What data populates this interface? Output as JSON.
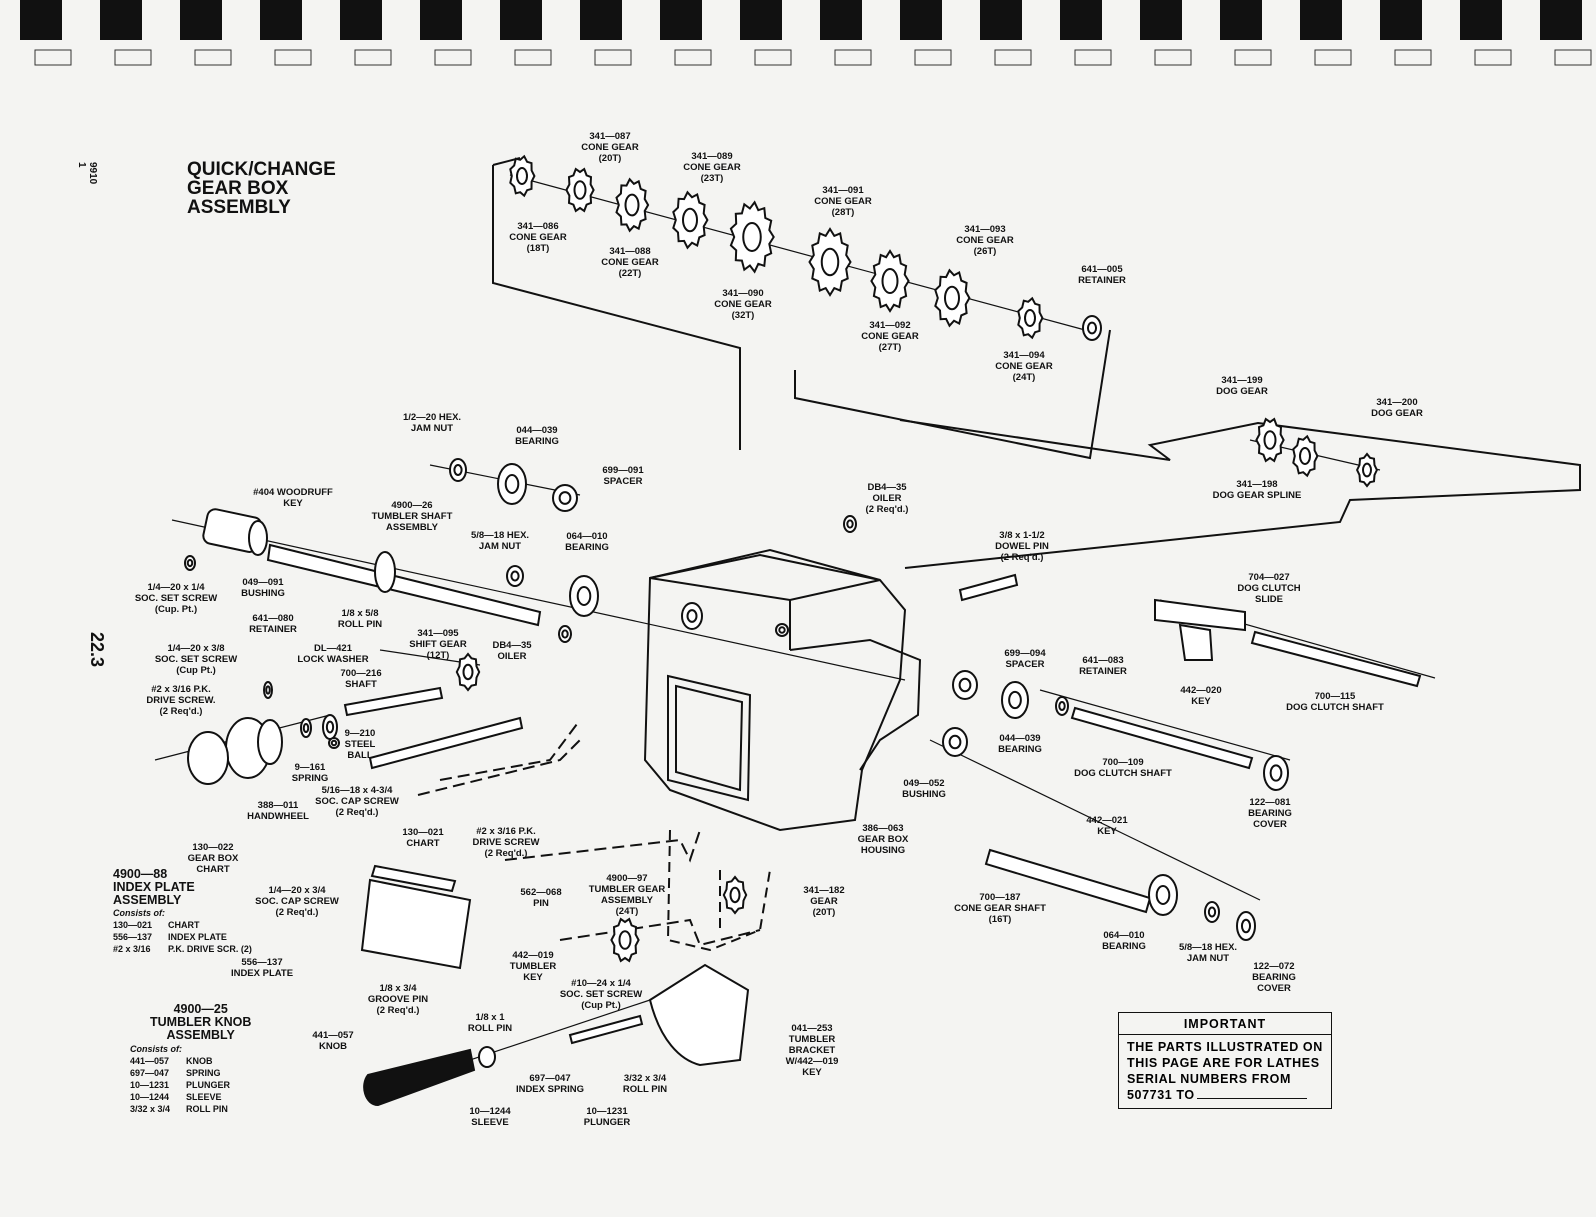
{
  "page": {
    "title": "QUICK/CHANGE\nGEAR BOX\nASSEMBLY",
    "page_number": "22.3",
    "side_code": "9910\n1"
  },
  "important": {
    "heading": "IMPORTANT",
    "text": "THE PARTS ILLUSTRATED ON THIS PAGE ARE FOR LATHES SERIAL NUMBERS FROM",
    "serial": "507731 TO"
  },
  "index_plate_assembly": {
    "title": "4900—88\nINDEX PLATE\nASSEMBLY",
    "consists_label": "Consists of:",
    "items": [
      {
        "part": "130—021",
        "desc": "CHART"
      },
      {
        "part": "556—137",
        "desc": "INDEX PLATE"
      },
      {
        "part": "#2 x 3/16",
        "desc": "P.K. DRIVE SCR. (2)"
      }
    ]
  },
  "tumbler_knob_assembly": {
    "title": "4900—25\nTUMBLER KNOB\nASSEMBLY",
    "consists_label": "Consists of:",
    "items": [
      {
        "part": "441—057",
        "desc": "KNOB"
      },
      {
        "part": "697—047",
        "desc": "SPRING"
      },
      {
        "part": "10—1231",
        "desc": "PLUNGER"
      },
      {
        "part": "10—1244",
        "desc": "SLEEVE"
      },
      {
        "part": "3/32 x 3/4",
        "desc": "ROLL PIN"
      }
    ]
  },
  "callouts": {
    "c341_087": "341—087\nCONE GEAR\n(20T)",
    "c341_089": "341—089\nCONE GEAR\n(23T)",
    "c341_086": "341—086\nCONE GEAR\n(18T)",
    "c341_088": "341—088\nCONE GEAR\n(22T)",
    "c341_090": "341—090\nCONE GEAR\n(32T)",
    "c341_091": "341—091\nCONE GEAR\n(28T)",
    "c341_092": "341—092\nCONE GEAR\n(27T)",
    "c341_093": "341—093\nCONE GEAR\n(26T)",
    "c341_094": "341—094\nCONE GEAR\n(24T)",
    "c641_005": "641—005\nRETAINER",
    "c341_199": "341—199\nDOG GEAR",
    "c341_200": "341—200\nDOG GEAR",
    "c341_198": "341—198\nDOG GEAR SPLINE",
    "c_jamnut_12": "1/2—20 HEX.\nJAM NUT",
    "c044_039a": "044—039\nBEARING",
    "c699_091": "699—091\nSPACER",
    "c_woodruff": "#404 WOODRUFF\nKEY",
    "c4900_26": "4900—26\nTUMBLER SHAFT\nASSEMBLY",
    "c_jamnut_58a": "5/8—18 HEX.\nJAM NUT",
    "c064_010a": "064—010\nBEARING",
    "c_db4_35a": "DB4—35\nOILER\n(2 Req'd.)",
    "c_dowel": "3/8 x 1-1/2\nDOWEL PIN\n(2 Req'd.)",
    "c_setscrew_14": "1/4—20 x 1/4\nSOC. SET SCREW\n(Cup. Pt.)",
    "c049_091": "049—091\nBUSHING",
    "c641_080": "641—080\nRETAINER",
    "c_rollpin_18": "1/8 x 5/8\nROLL PIN",
    "c341_095": "341—095\nSHIFT GEAR\n(12T)",
    "c_db4_35b": "DB4—35\nOILER",
    "c704_027": "704—027\nDOG CLUTCH\nSLIDE",
    "c_setscrew_38": "1/4—20 x 3/8\nSOC. SET SCREW\n(Cup Pt.)",
    "c_dl421": "DL—421\nLOCK WASHER",
    "c700_216": "700—216\nSHAFT",
    "c699_094": "699—094\nSPACER",
    "c641_083": "641—083\nRETAINER",
    "c_pkdrive_a": "#2 x 3/16 P.K.\nDRIVE SCREW.\n(2 Req'd.)",
    "c_steelball": "9—210\nSTEEL\nBALL",
    "c442_020": "442—020\nKEY",
    "c700_115": "700—115\nDOG CLUTCH SHAFT",
    "c9_161": "9—161\nSPRING",
    "c044_039b": "044—039\nBEARING",
    "c388_011": "388—011\nHANDWHEEL",
    "c_capscrew_516": "5/16—18 x 4-3/4\nSOC. CAP SCREW\n(2 Req'd.)",
    "c049_052": "049—052\nBUSHING",
    "c700_109": "700—109\nDOG CLUTCH SHAFT",
    "c122_081": "122—081\nBEARING\nCOVER",
    "c130_022": "130—022\nGEAR BOX\nCHART",
    "c130_021": "130—021\nCHART",
    "c_pkdrive_b": "#2 x 3/16 P.K.\nDRIVE SCREW\n(2 Req'd.)",
    "c386_063": "386—063\nGEAR BOX\nHOUSING",
    "c442_021": "442—021\nKEY",
    "c_capscrew_14": "1/4—20 x 3/4\nSOC. CAP SCREW\n(2 Req'd.)",
    "c562_068": "562—068\nPIN",
    "c4900_97": "4900—97\nTUMBLER GEAR\nASSEMBLY\n(24T)",
    "c341_182": "341—182\nGEAR\n(20T)",
    "c700_187": "700—187\nCONE GEAR SHAFT\n(16T)",
    "c064_010b": "064—010\nBEARING",
    "c_jamnut_58b": "5/8—18 HEX.\nJAM NUT",
    "c122_072": "122—072\nBEARING\nCOVER",
    "c556_137": "556—137\nINDEX PLATE",
    "c442_019": "442—019\nTUMBLER\nKEY",
    "c_setscrew_10": "#10—24 x 1/4\nSOC. SET SCREW\n(Cup Pt.)",
    "c_groovepin": "1/8 x 3/4\nGROOVE PIN\n(2 Req'd.)",
    "c_rollpin_1": "1/8 x 1\nROLL PIN",
    "c441_057": "441—057\nKNOB",
    "c697_047": "697—047\nINDEX SPRING",
    "c_rollpin_332": "3/32 x 3/4\nROLL PIN",
    "c041_253": "041—253\nTUMBLER\nBRACKET\nW/442—019\nKEY",
    "c10_1244": "10—1244\nSLEEVE",
    "c10_1231": "10—1231\nPLUNGER"
  }
}
